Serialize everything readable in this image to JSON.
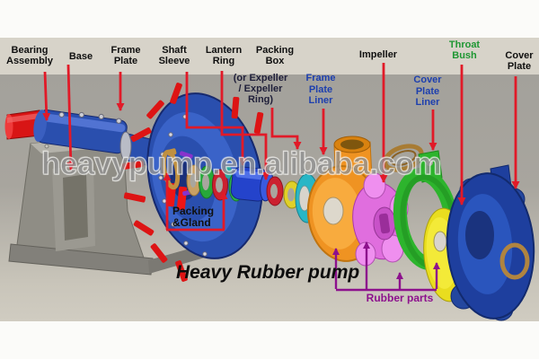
{
  "watermark": {
    "text": "heavypump.en.alibaba.com",
    "color": "rgba(98,98,98,0.55)"
  },
  "caption": {
    "text": "Heavy Rubber pump",
    "color": "#0d0d0d"
  },
  "colors": {
    "page_bg": "#fbfbf9",
    "label_band": "#d7d3c9",
    "diagram_bg": "#a5a29b",
    "leader_red": "#e11a28",
    "bracket_purple": "#8d118d",
    "label_black": "#101010",
    "label_blue": "#1d3fae",
    "label_green": "#1f9733"
  },
  "labels": {
    "bearing_assembly": {
      "text": "Bearing\nAssembly",
      "color": "#101010"
    },
    "base": {
      "text": "Base",
      "color": "#101010"
    },
    "frame_plate": {
      "text": "Frame\nPlate",
      "color": "#101010"
    },
    "shaft_sleeve": {
      "text": "Shaft\nSleeve",
      "color": "#101010"
    },
    "lantern_ring": {
      "text": "Lantern\nRing",
      "color": "#101010"
    },
    "packing_box": {
      "text": "Packing\nBox",
      "color": "#101010"
    },
    "expeller_note": {
      "text": "(or Expeller\n/ Expeller\nRing)",
      "color": "#20203a"
    },
    "frame_plate_liner": {
      "text": "Frame\nPlate\nLiner",
      "color": "#1d3fae"
    },
    "impeller": {
      "text": "Impeller",
      "color": "#101010"
    },
    "cover_plate_liner": {
      "text": "Cover\nPlate\nLiner",
      "color": "#1d3fae"
    },
    "throat_bush": {
      "text": "Throat\nBush",
      "color": "#1f9733"
    },
    "cover_plate": {
      "text": "Cover\nPlate",
      "color": "#101010"
    },
    "packing_gland": {
      "text": "Packing\n&Gland",
      "color": "#101010"
    },
    "rubber_parts": {
      "text": "Rubber parts",
      "color": "#8d118d"
    }
  },
  "parts": {
    "pedestal": {
      "name": "base pedestal",
      "color": "#8f8d85"
    },
    "shaft": {
      "name": "shaft",
      "color": "#d81515"
    },
    "bearing_housing": {
      "name": "bearing assembly",
      "color": "#2a4fae"
    },
    "frame_plate": {
      "name": "frame plate",
      "color": "#2a4fae"
    },
    "stud": {
      "name": "stud bolt",
      "color": "#dd1414"
    },
    "gland": {
      "name": "gland",
      "color": "#c09040"
    },
    "ring_tan": {
      "name": "packing ring",
      "color": "#c8a064"
    },
    "ring_green": {
      "name": "packing ring",
      "color": "#27a83a"
    },
    "ring_red": {
      "name": "packing ring",
      "color": "#cc2130"
    },
    "shaft_sleeve": {
      "name": "shaft sleeve",
      "color": "#2443cb"
    },
    "lantern_ring": {
      "name": "lantern ring",
      "color": "#cc2130"
    },
    "ring_yellow": {
      "name": "packing ring",
      "color": "#e0d028"
    },
    "packing_box": {
      "name": "packing box",
      "color": "#28b6c6"
    },
    "frame_plate_liner": {
      "name": "frame plate liner",
      "color": "#ef9322"
    },
    "impeller": {
      "name": "impeller",
      "color": "#e06ede"
    },
    "gasket": {
      "name": "gasket ring",
      "color": "#a87c34"
    },
    "cover_plate_liner": {
      "name": "cover plate liner",
      "color": "#2db42d"
    },
    "throat_bush": {
      "name": "throat bush",
      "color": "#e9dd1f"
    },
    "cover_plate": {
      "name": "cover plate",
      "color": "#1e3f9e"
    }
  }
}
